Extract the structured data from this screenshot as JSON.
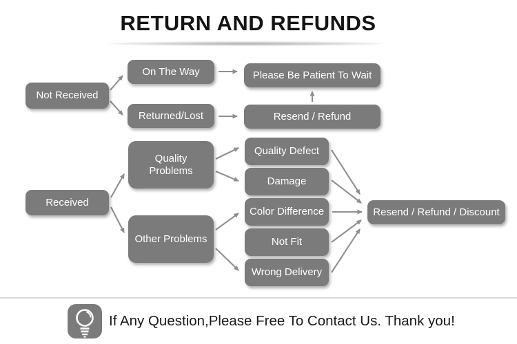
{
  "title": "RETURN AND REFUNDS",
  "flowchart": {
    "nodes": {
      "not_received": "Not Received",
      "on_the_way": "On The Way",
      "returned_lost": "Returned/Lost",
      "please_wait": "Please Be Patient To Wait",
      "resend_refund": "Resend / Refund",
      "received": "Received",
      "quality_problems": "Quality Problems",
      "other_problems": "Other Problems",
      "quality_defect": "Quality Defect",
      "damage": "Damage",
      "color_difference": "Color Difference",
      "not_fit": "Not Fit",
      "wrong_delivery": "Wrong Delivery",
      "resend_refund_discount": "Resend / Refund / Discount"
    },
    "connections": [
      "Not Received -> On The Way",
      "Not Received -> Returned/Lost",
      "On The Way -> Please Be Patient To Wait",
      "Returned/Lost -> Resend / Refund",
      "Resend / Refund -> Please Be Patient To Wait",
      "Received -> Quality Problems",
      "Received -> Other Problems",
      "Quality Problems -> Quality Defect",
      "Quality Problems -> Damage",
      "Other Problems -> Color Difference",
      "Other Problems -> Wrong Delivery",
      "Quality Defect -> Resend / Refund / Discount",
      "Damage -> Resend / Refund / Discount",
      "Color Difference -> Resend / Refund / Discount",
      "Not Fit -> Resend / Refund / Discount",
      "Wrong Delivery -> Resend / Refund / Discount"
    ]
  },
  "footer": {
    "message": "If Any Question,Please Free To Contact Us. Thank you!",
    "icon": "light-bulb-icon"
  },
  "colors": {
    "node_bg": "#7b7b7b",
    "node_text": "#ffffff",
    "arrow": "#8f8f8f",
    "title_text": "#141414",
    "divider": "#d9d9d9",
    "footer_text": "#1a1a1a",
    "background": "#ffffff"
  }
}
